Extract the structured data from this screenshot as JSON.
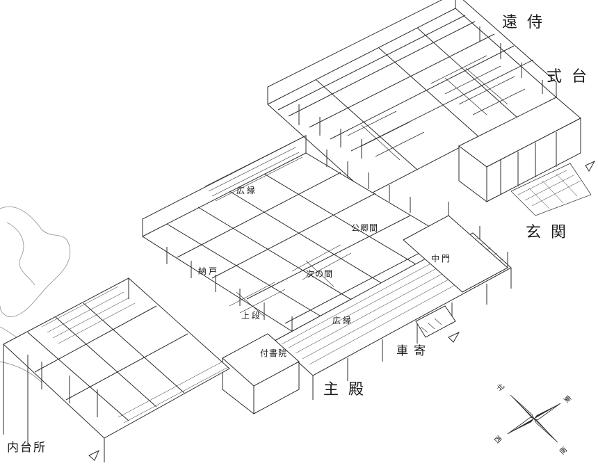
{
  "buildings": {
    "toozamurai": "遠侍",
    "shikidai": "式台",
    "genkan": "玄関",
    "shuden": "主殿",
    "kurumayose": "車寄",
    "uchidaidokoro": "内台所"
  },
  "rooms": {
    "hiroen_upper": "広縁",
    "kugyounoma": "公卿間",
    "nando": "納戸",
    "tsuginoma": "次の間",
    "jodan": "上段",
    "hiroen_lower": "広縁",
    "tsukeshoin": "付書院",
    "chumon": "中門"
  },
  "compass": {
    "north": "北",
    "east": "東",
    "south": "南",
    "west": "西"
  },
  "colors": {
    "ink": "#2b2b2b",
    "paper": "#ffffff",
    "faint": "#8a8a8a"
  }
}
